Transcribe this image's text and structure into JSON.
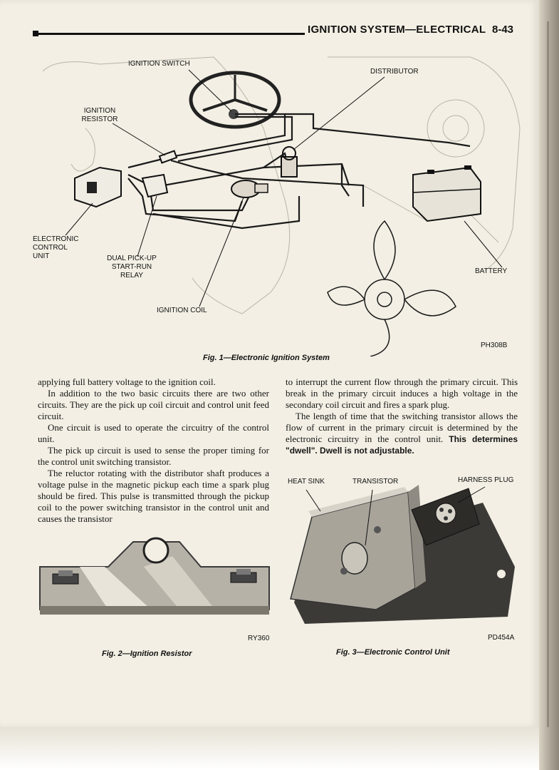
{
  "header": {
    "title": "IGNITION SYSTEM—ELECTRICAL",
    "page_number": "8-43"
  },
  "figure1": {
    "callouts": {
      "ignition_switch": "IGNITION SWITCH",
      "distributor": "DISTRIBUTOR",
      "ignition_resistor": "IGNITION RESISTOR",
      "electronic_control_unit": "ELECTRONIC CONTROL UNIT",
      "dual_relay": "DUAL PICK-UP START-RUN RELAY",
      "ignition_coil": "IGNITION COIL",
      "battery": "BATTERY"
    },
    "code": "PH308B",
    "caption": "Fig. 1—Electronic Ignition System"
  },
  "left_column": {
    "paragraphs": [
      "applying full battery voltage to the ignition coil.",
      "In addition to the two basic circuits there are two other circuits. They are the pick up coil circuit and control unit feed circuit.",
      "One circuit is used to operate the circuitry of the control unit.",
      "The pick up circuit is used to sense the proper timing for the control unit switching transistor.",
      "The reluctor rotating with the distributor shaft produces a voltage pulse in the magnetic pickup each time a spark plug should be fired. This pulse is transmitted through the pickup coil to the power switching transistor in the control unit and causes the transistor"
    ]
  },
  "right_column": {
    "paragraph1": "to interrupt the current flow through the primary circuit. This break in the primary circuit induces a high voltage in the secondary coil circuit and fires a spark plug.",
    "paragraph2": "The length of time that the switching transistor allows the flow of current in the primary circuit is determined by the electronic circuitry in the control unit.",
    "paragraph2_bold": "This determines \"dwell\". Dwell is not adjustable."
  },
  "figure2": {
    "code": "RY360",
    "caption": "Fig. 2—Ignition Resistor"
  },
  "figure3": {
    "callouts": {
      "heat_sink": "HEAT SINK",
      "transistor": "TRANSISTOR",
      "harness_plug": "HARNESS PLUG"
    },
    "code": "PD454A",
    "caption": "Fig. 3—Electronic Control Unit"
  }
}
